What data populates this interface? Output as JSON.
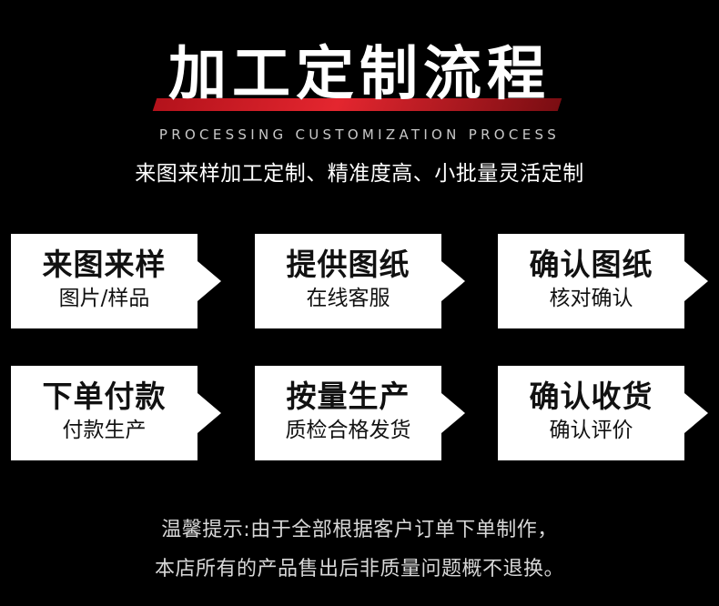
{
  "header": {
    "title": "加工定制流程",
    "subtitle_en": "PROCESSING CUSTOMIZATION PROCESS",
    "subtitle_cn": "来图来样加工定制、精准度高、小批量灵活定制"
  },
  "steps": [
    {
      "title": "来图来样",
      "sub": "图片/样品"
    },
    {
      "title": "提供图纸",
      "sub": "在线客服"
    },
    {
      "title": "确认图纸",
      "sub": "核对确认"
    },
    {
      "title": "下单付款",
      "sub": "付款生产"
    },
    {
      "title": "按量生产",
      "sub": "质检合格发货"
    },
    {
      "title": "确认收货",
      "sub": "确认评价"
    }
  ],
  "notice": {
    "line1": "温馨提示:由于全部根据客户订单下单制作，",
    "line2": "本店所有的产品售出后非质量问题概不退换。"
  },
  "colors": {
    "background": "#000000",
    "accent_red": "#e4262f",
    "card": "#ffffff"
  }
}
